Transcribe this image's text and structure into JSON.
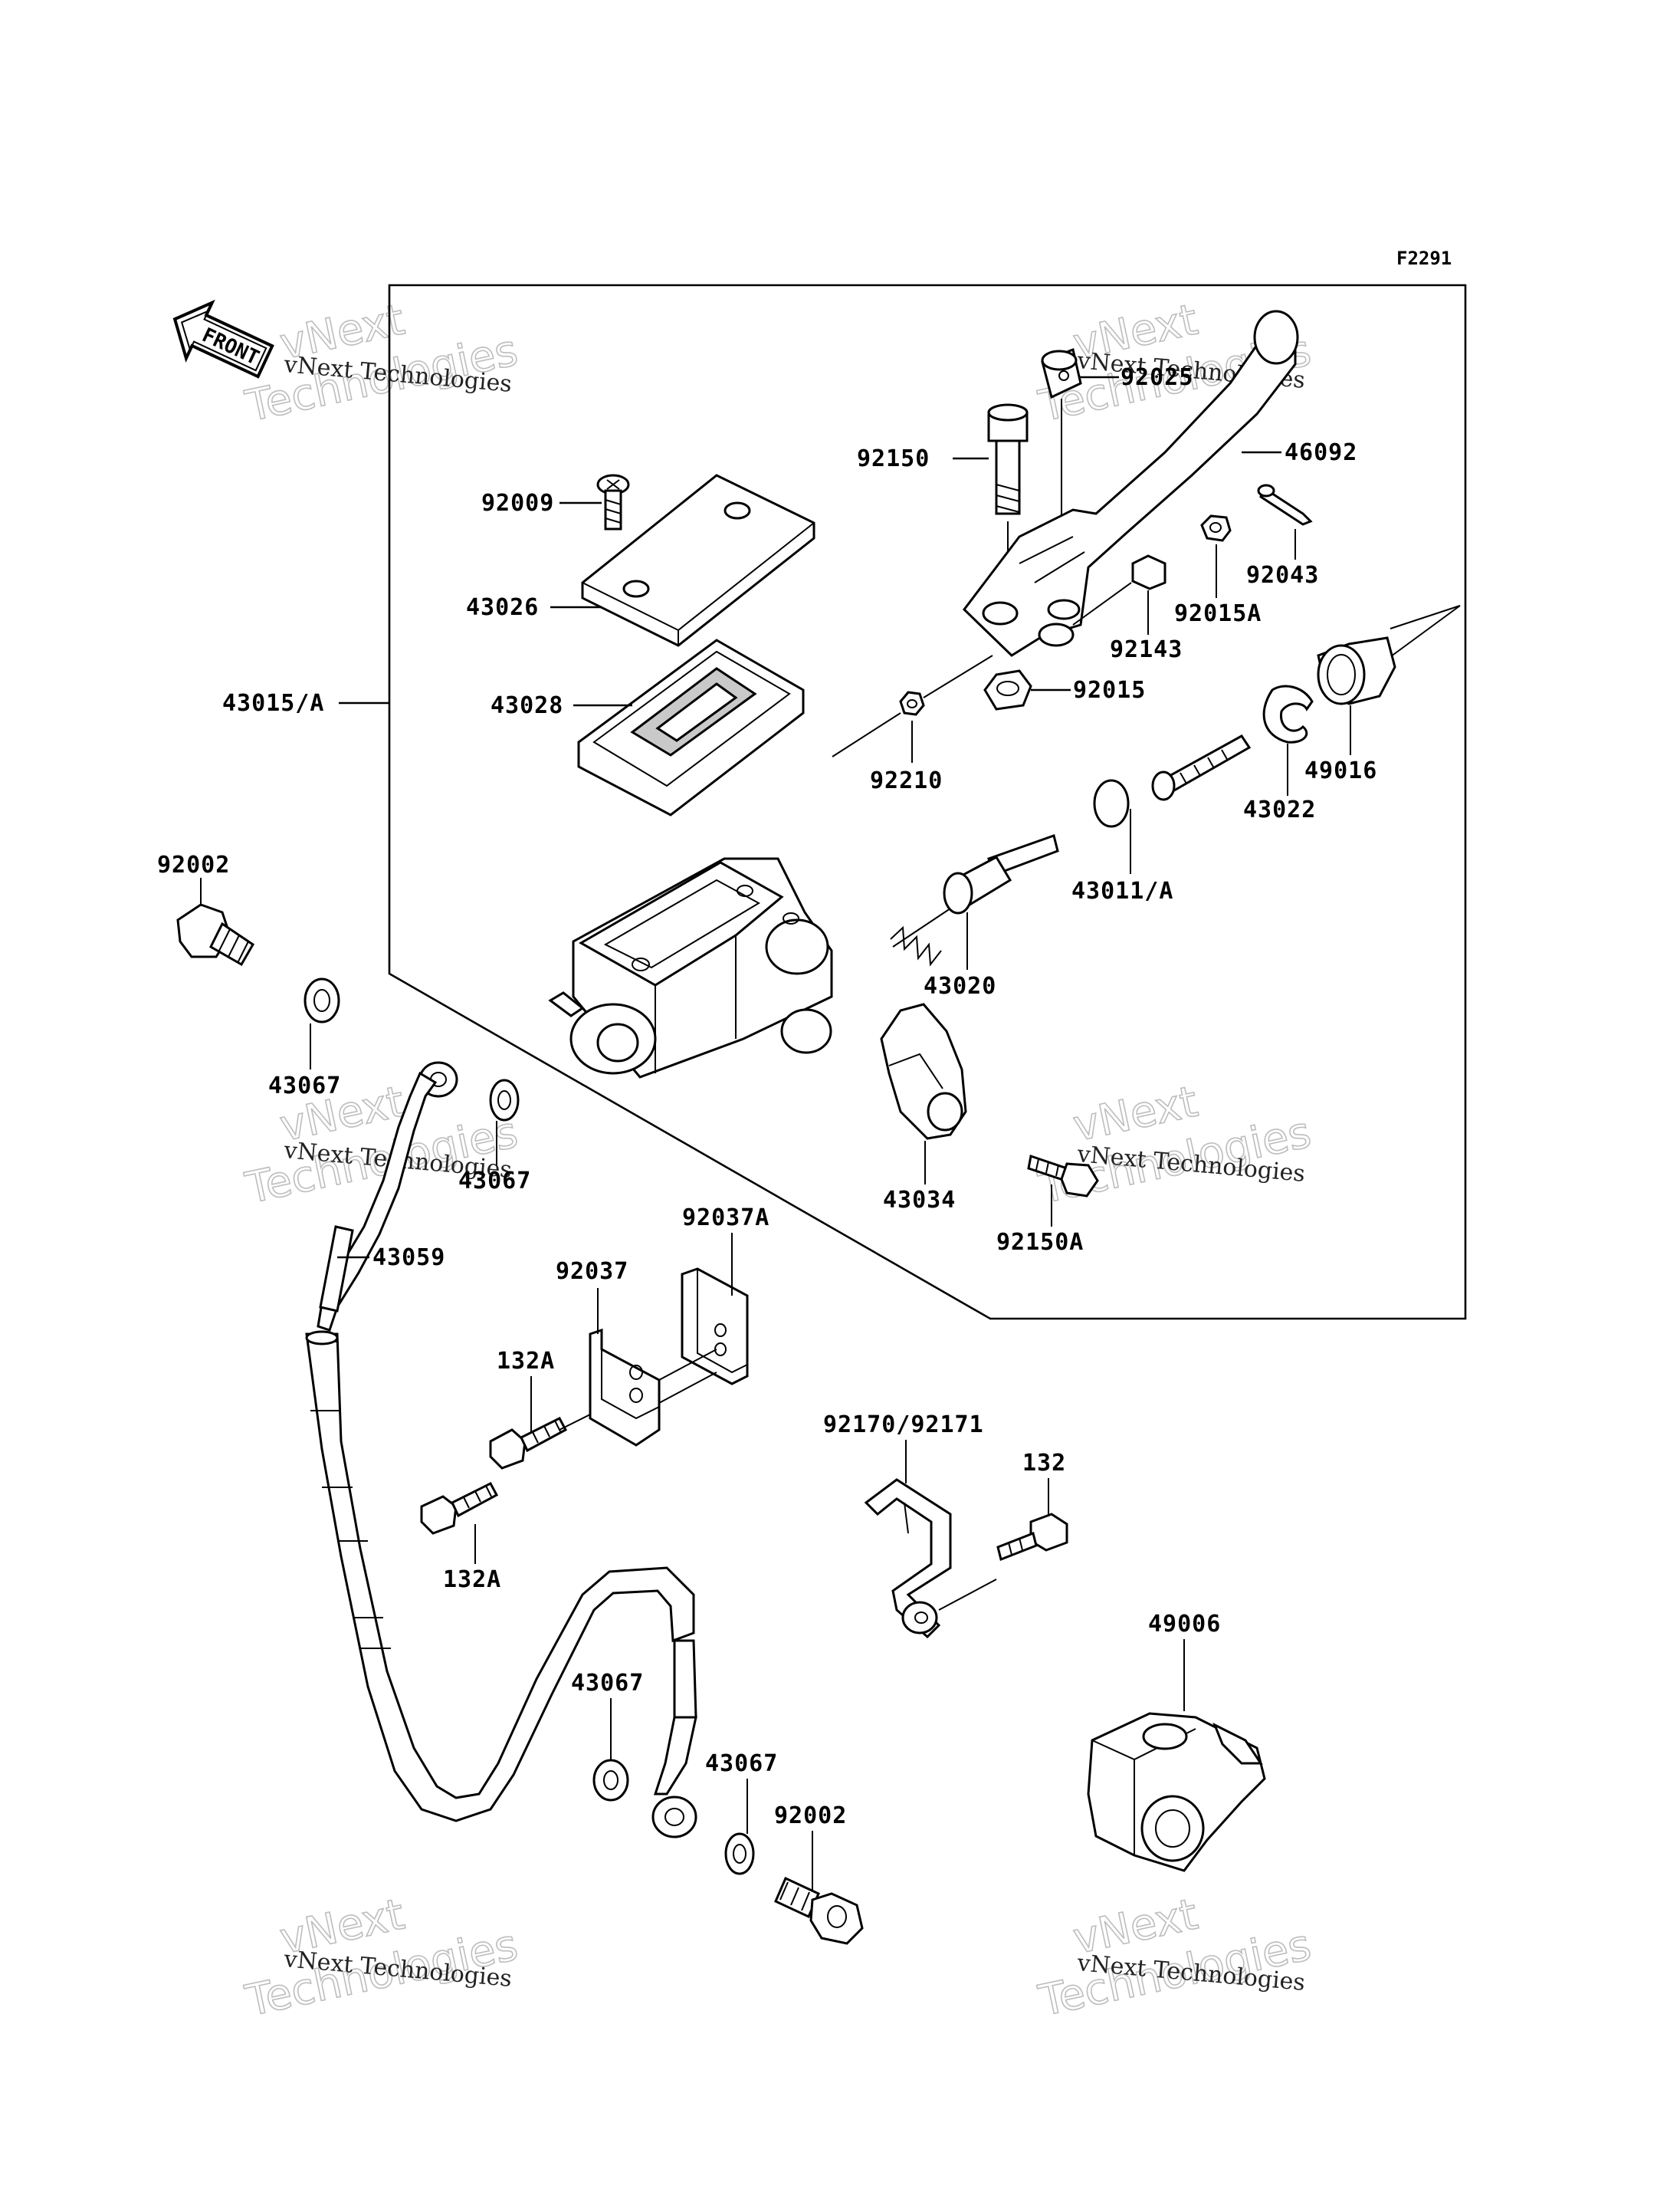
{
  "figure": {
    "reference_code": "F2291",
    "front_label": "FRONT"
  },
  "parts": [
    {
      "label": "92009"
    },
    {
      "label": "43026"
    },
    {
      "label": "43028"
    },
    {
      "label": "43015/A"
    },
    {
      "label": "92150"
    },
    {
      "label": "92025"
    },
    {
      "label": "46092"
    },
    {
      "label": "92043"
    },
    {
      "label": "92015A"
    },
    {
      "label": "92143"
    },
    {
      "label": "92015"
    },
    {
      "label": "92210"
    },
    {
      "label": "49016"
    },
    {
      "label": "43022"
    },
    {
      "label": "43011/A"
    },
    {
      "label": "43020"
    },
    {
      "label": "43034"
    },
    {
      "label": "92150A"
    },
    {
      "label": "92002"
    },
    {
      "label": "43067"
    },
    {
      "label": "43067"
    },
    {
      "label": "43059"
    },
    {
      "label": "92037"
    },
    {
      "label": "92037A"
    },
    {
      "label": "132A"
    },
    {
      "label": "132A"
    },
    {
      "label": "92170/92171"
    },
    {
      "label": "132"
    },
    {
      "label": "49006"
    },
    {
      "label": "43067"
    },
    {
      "label": "43067"
    },
    {
      "label": "92002"
    }
  ],
  "watermarks": [
    {
      "line1": "vNext Technologies",
      "line2": "vNext",
      "line3": "Technologies"
    },
    {
      "line1": "vNext Technologies",
      "line2": "vNext",
      "line3": "Technologies"
    },
    {
      "line1": "vNext Technologies",
      "line2": "vNext",
      "line3": "Technologies"
    },
    {
      "line1": "vNext Technologies",
      "line2": "vNext",
      "line3": "Technologies"
    },
    {
      "line1": "vNext Technologies",
      "line2": "vNext",
      "line3": "Technologies"
    },
    {
      "line1": "vNext Technologies",
      "line2": "vNext",
      "line3": "Technologies"
    }
  ]
}
